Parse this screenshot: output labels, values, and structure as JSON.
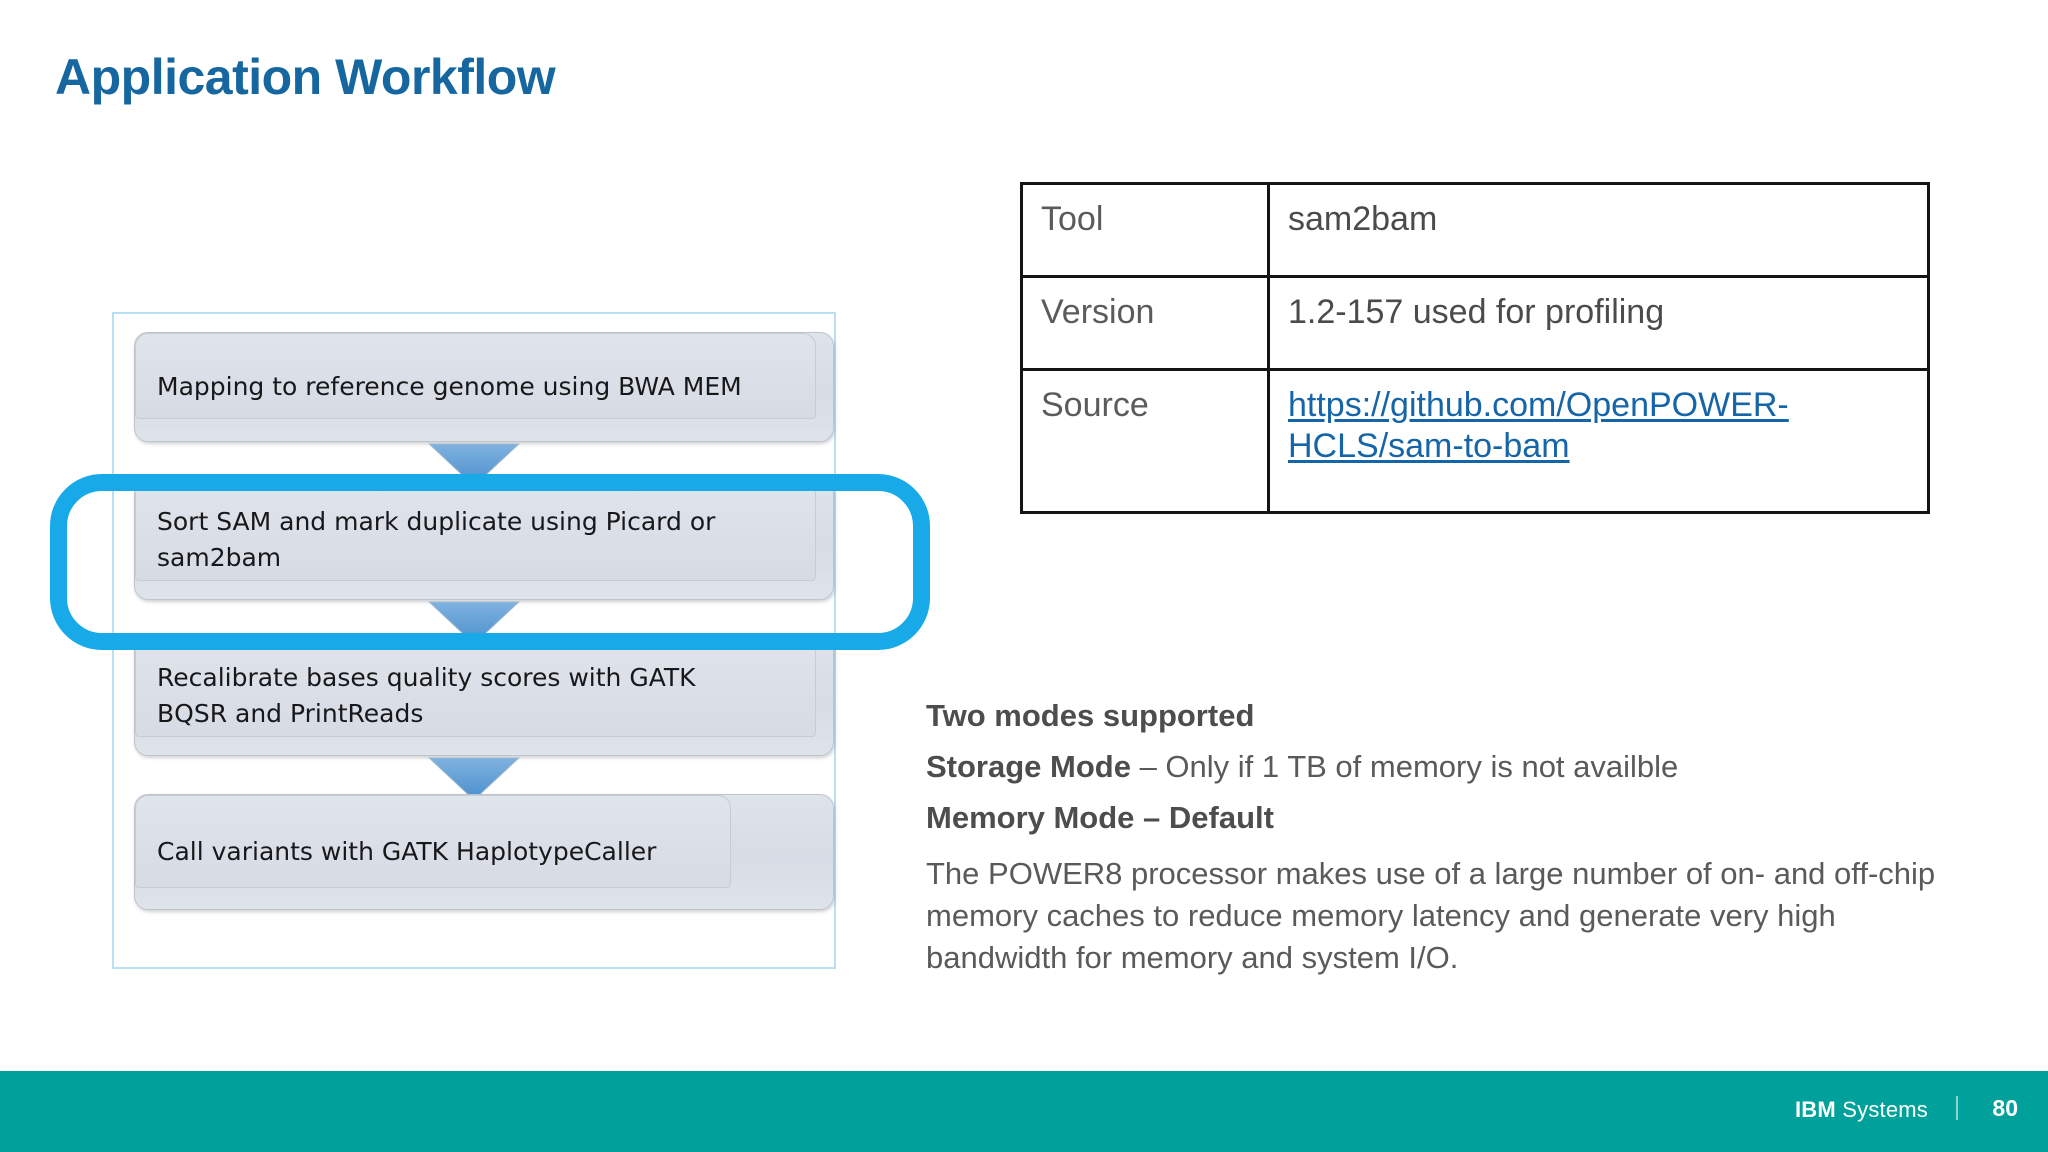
{
  "slide": {
    "title": "Application Workflow",
    "title_color": "#16679f",
    "page_number": "80"
  },
  "workflow": {
    "steps": [
      {
        "label": "Mapping to reference genome using BWA MEM"
      },
      {
        "label": "Sort SAM and mark duplicate using Picard or sam2bam"
      },
      {
        "label": "Recalibrate bases quality scores with GATK BQSR and PrintReads"
      },
      {
        "label": "Call variants with GATK HaplotypeCaller"
      }
    ],
    "arrow_color": "#5b9bd5",
    "highlight": {
      "color": "#17a9e8",
      "target_step_index": 1
    }
  },
  "info_table": {
    "rows": [
      {
        "key": "Tool",
        "value": "sam2bam",
        "is_link": false
      },
      {
        "key": "Version",
        "value": "1.2-157 used for profiling",
        "is_link": false
      },
      {
        "key": "Source",
        "value": "https://github.com/OpenPOWER-HCLS/sam-to-bam",
        "is_link": true
      }
    ],
    "link_color": "#1665a8"
  },
  "notes": {
    "heading": "Two modes supported",
    "storage_mode_label": "Storage Mode",
    "storage_mode_text": " – Only if 1 TB of memory is not availble",
    "memory_mode_label": "Memory Mode – Default",
    "paragraph": "The POWER8 processor makes use of a large number of on- and off-chip memory caches to reduce memory latency and generate very high bandwidth for memory and system I/O."
  },
  "footer": {
    "brand_bold": "IBM",
    "brand_rest": " Systems",
    "page": "80",
    "bar_color": "#00a19b"
  }
}
